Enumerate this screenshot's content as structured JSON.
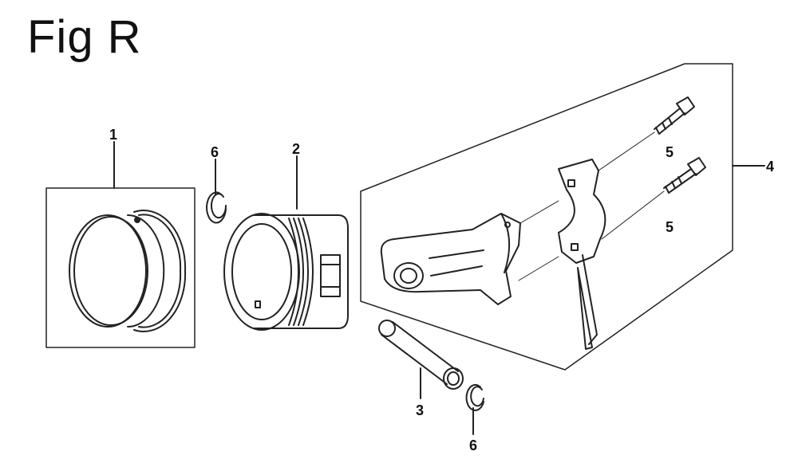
{
  "title": "Fig R",
  "callouts": {
    "piston_rings": "1",
    "piston": "2",
    "piston_pin": "3",
    "connecting_rod_assembly": "4",
    "bolt_upper": "5",
    "bolt_lower": "5",
    "clip_upper": "6",
    "clip_lower": "6"
  }
}
